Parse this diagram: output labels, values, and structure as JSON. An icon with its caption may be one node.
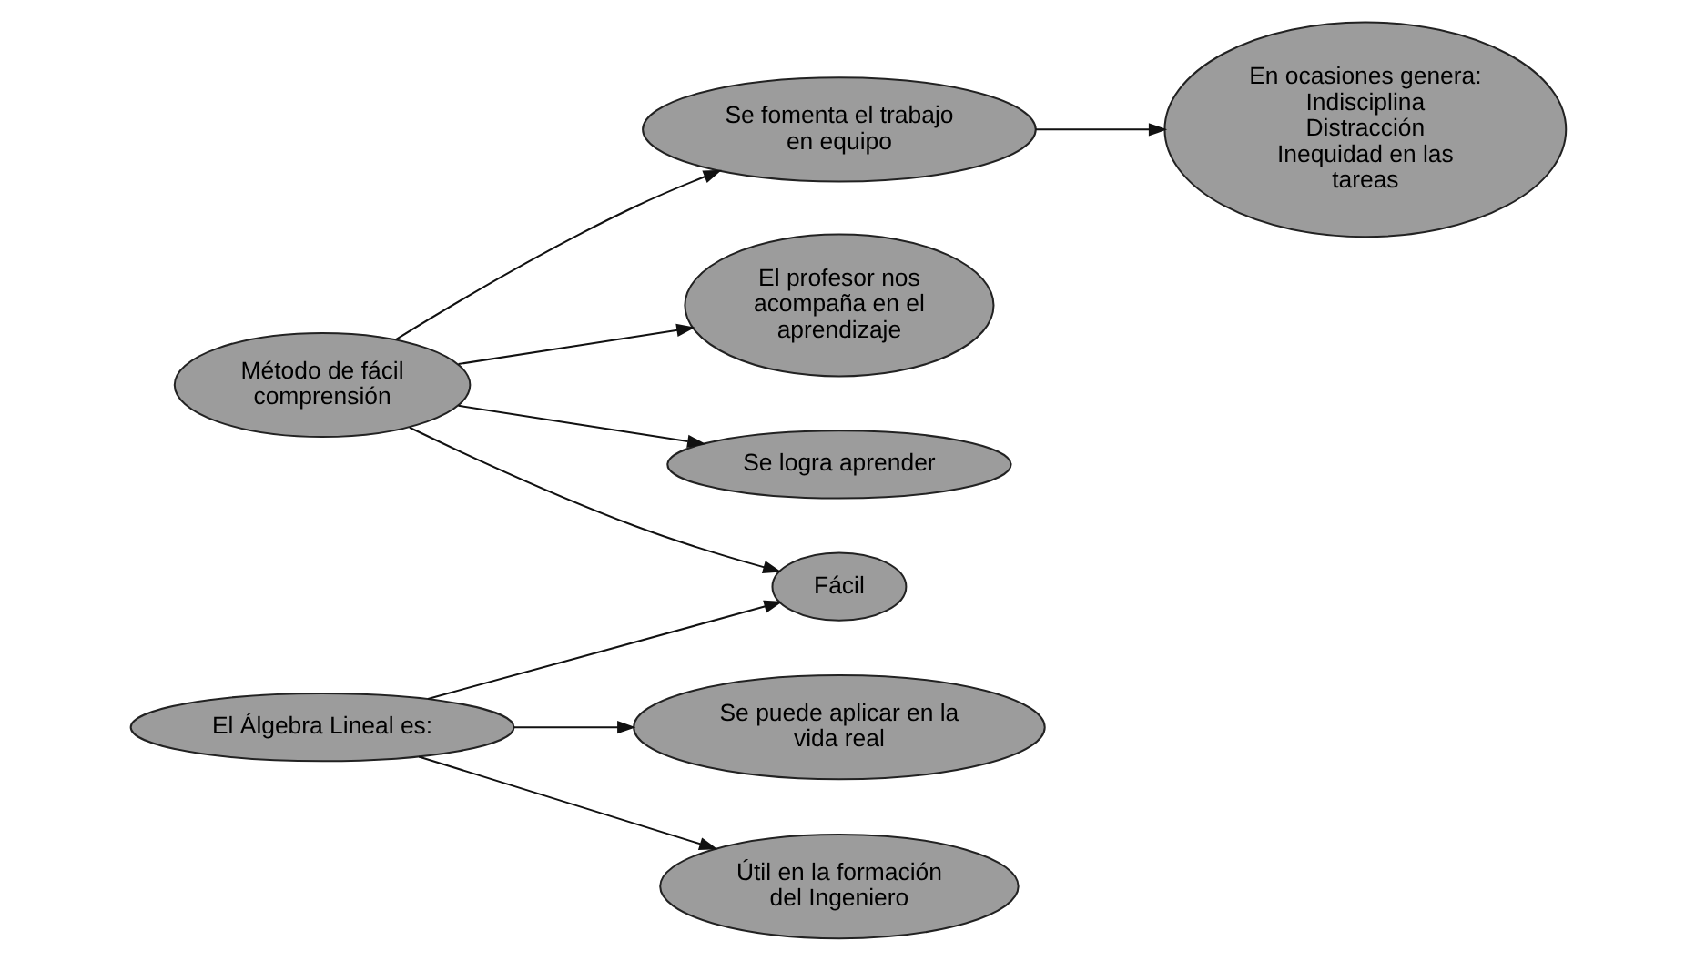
{
  "diagram": {
    "nodes": [
      {
        "text": [
          "Método de fácil comprensión"
        ]
      },
      {
        "text": [
          "Se fomenta el trabajo en equipo"
        ]
      },
      {
        "text": [
          "Fácil"
        ]
      },
      {
        "text": [
          "En ocasiones genera:",
          "Indisciplina",
          "Distracción",
          "Inequidad en las tareas"
        ]
      },
      {
        "text": [
          "El profesor nos acompaña en el aprendizaje"
        ]
      },
      {
        "text": [
          "El Álgebra Lineal es:"
        ]
      },
      {
        "text": [
          "Se puede aplicar en la vida real"
        ]
      },
      {
        "text": [
          "Se logra aprender"
        ]
      },
      {
        "text": [
          "Útil en la formación del Ingeniero"
        ]
      }
    ],
    "edges": [
      {
        "from": 0,
        "to": 2,
        "arrow": "to"
      },
      {
        "from": 0,
        "to": 1,
        "arrow": "to"
      },
      {
        "from": 1,
        "to": 3,
        "arrow": "to"
      },
      {
        "from": 0,
        "to": 4,
        "arrow": "to"
      },
      {
        "from": 0,
        "to": 7,
        "arrow": "to"
      },
      {
        "from": 5,
        "to": 2,
        "arrow": "to"
      },
      {
        "from": 5,
        "to": 6,
        "arrow": "to"
      },
      {
        "from": 5,
        "to": 8,
        "arrow": "to"
      }
    ]
  }
}
